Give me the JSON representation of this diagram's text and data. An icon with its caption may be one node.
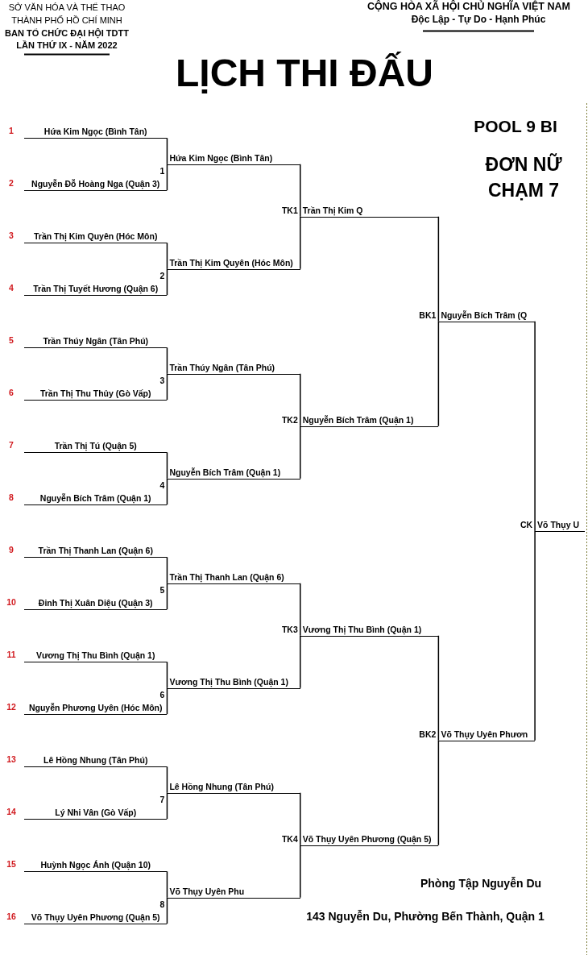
{
  "diagram": {
    "title": "LỊCH THI ĐẤU",
    "nodes": [
      {
        "text": [
          "Hứa Kim Ngọc (Bình Tân)"
        ],
        "beside": [
          "1"
        ]
      },
      {
        "text": [
          "Nguyễn Đỗ Hoàng Nga (Quận 3)"
        ],
        "beside": [
          "2"
        ]
      },
      {
        "text": [
          "Trần Thị Kim Quyên (Hóc Môn)"
        ],
        "beside": [
          "3"
        ]
      },
      {
        "text": [
          "Trần Thị Tuyết Hương (Quận 6)"
        ],
        "beside": [
          "4"
        ]
      },
      {
        "text": [
          "Trần Thúy Ngân (Tân Phú)"
        ],
        "beside": [
          "5"
        ]
      },
      {
        "text": [
          "Trần Thị Thu Thủy (Gò Vấp)"
        ],
        "beside": [
          "6"
        ]
      },
      {
        "text": [
          "Trần Thị Tú (Quận 5)"
        ],
        "beside": [
          "7"
        ]
      },
      {
        "text": [
          "Nguyễn Bích Trâm (Quận 1)"
        ],
        "beside": [
          "8"
        ]
      },
      {
        "text": [
          "Trần Thị Thanh Lan (Quận 6)"
        ],
        "beside": [
          "9"
        ]
      },
      {
        "text": [
          "Đinh Thị Xuân Diệu (Quận 3)"
        ],
        "beside": [
          "10"
        ]
      },
      {
        "text": [
          "Vương Thị Thu Bình (Quận 1)"
        ],
        "beside": [
          "11"
        ]
      },
      {
        "text": [
          "Nguyễn Phương Uyên (Hóc Môn)"
        ],
        "beside": [
          "12"
        ]
      },
      {
        "text": [
          "Lê Hồng Nhung (Tân Phú)"
        ],
        "beside": [
          "13"
        ]
      },
      {
        "text": [
          "Lý Nhi Vân (Gò Vấp)"
        ],
        "beside": [
          "14"
        ]
      },
      {
        "text": [
          "Huỳnh Ngọc Ánh (Quận 10)"
        ],
        "beside": [
          "15"
        ]
      },
      {
        "text": [
          "Võ Thụy Uyên Phương (Quận 5)"
        ],
        "beside": [
          "16"
        ]
      },
      {
        "text": [
          "Hứa Kim Ngọc (Bình Tân)"
        ],
        "beside": [
          "1"
        ]
      },
      {
        "text": [
          "Trần Thị Kim Quyên (Hóc Môn)"
        ],
        "beside": [
          "2"
        ]
      },
      {
        "text": [
          "Trần Thúy Ngân (Tân Phú)"
        ],
        "beside": [
          "3"
        ]
      },
      {
        "text": [
          "Nguyễn Bích Trâm (Quận 1)"
        ],
        "beside": [
          "4"
        ]
      },
      {
        "text": [
          "Trần Thị Thanh Lan (Quận 6)"
        ],
        "beside": [
          "5"
        ]
      },
      {
        "text": [
          "Vương Thị Thu Bình (Quận 1)"
        ],
        "beside": [
          "6"
        ]
      },
      {
        "text": [
          "Lê Hồng Nhung (Tân Phú)"
        ],
        "beside": [
          "7"
        ]
      },
      {
        "text": [
          "Võ Thụy Uyên Phu"
        ],
        "beside": [
          "8"
        ]
      },
      {
        "text": [
          "Trần Thị Kim Q"
        ],
        "beside": [
          "TK1"
        ]
      },
      {
        "text": [
          "Nguyễn Bích Trâm (Quận 1)"
        ],
        "beside": [
          "TK2"
        ]
      },
      {
        "text": [
          "Vương Thị Thu Bình (Quận 1)"
        ],
        "beside": [
          "TK3"
        ]
      },
      {
        "text": [
          "Võ Thụy Uyên Phương (Quận 5)"
        ],
        "beside": [
          "TK4"
        ]
      },
      {
        "text": [
          "Nguyễn Bích Trâm (Q"
        ],
        "beside": [
          "BK1"
        ]
      },
      {
        "text": [
          "Võ Thụy Uyên Phươn"
        ],
        "beside": [
          "BK2"
        ]
      },
      {
        "text": [
          "Võ Thụy U"
        ],
        "beside": [
          "CK"
        ]
      }
    ],
    "edges": [
      {
        "from": 0,
        "to": 16,
        "arrow": "none"
      },
      {
        "from": 1,
        "to": 16,
        "arrow": "none"
      },
      {
        "from": 2,
        "to": 17,
        "arrow": "none"
      },
      {
        "from": 3,
        "to": 17,
        "arrow": "none"
      },
      {
        "from": 4,
        "to": 18,
        "arrow": "none"
      },
      {
        "from": 5,
        "to": 18,
        "arrow": "none"
      },
      {
        "from": 6,
        "to": 19,
        "arrow": "none"
      },
      {
        "from": 7,
        "to": 19,
        "arrow": "none"
      },
      {
        "from": 8,
        "to": 20,
        "arrow": "none"
      },
      {
        "from": 9,
        "to": 20,
        "arrow": "none"
      },
      {
        "from": 10,
        "to": 21,
        "arrow": "none"
      },
      {
        "from": 11,
        "to": 21,
        "arrow": "none"
      },
      {
        "from": 12,
        "to": 22,
        "arrow": "none"
      },
      {
        "from": 13,
        "to": 22,
        "arrow": "none"
      },
      {
        "from": 14,
        "to": 23,
        "arrow": "none"
      },
      {
        "from": 15,
        "to": 23,
        "arrow": "none"
      },
      {
        "from": 16,
        "to": 24,
        "arrow": "none"
      },
      {
        "from": 17,
        "to": 24,
        "arrow": "none"
      },
      {
        "from": 18,
        "to": 25,
        "arrow": "none"
      },
      {
        "from": 19,
        "to": 25,
        "arrow": "none"
      },
      {
        "from": 20,
        "to": 26,
        "arrow": "none"
      },
      {
        "from": 21,
        "to": 26,
        "arrow": "none"
      },
      {
        "from": 22,
        "to": 27,
        "arrow": "none"
      },
      {
        "from": 23,
        "to": 27,
        "arrow": "none"
      },
      {
        "from": 24,
        "to": 28,
        "arrow": "none"
      },
      {
        "from": 25,
        "to": 28,
        "arrow": "none"
      },
      {
        "from": 26,
        "to": 29,
        "arrow": "none"
      },
      {
        "from": 27,
        "to": 29,
        "arrow": "none"
      },
      {
        "from": 28,
        "to": 30,
        "arrow": "none"
      },
      {
        "from": 29,
        "to": 30,
        "arrow": "none"
      }
    ],
    "labels": [
      "SỞ VĂN HÓA VÀ THỂ THAO",
      "THÀNH PHỐ HỒ CHÍ MINH",
      "BAN TỔ CHỨC ĐẠI HỘI TDTT",
      "LẦN THỨ IX - NĂM 2022",
      "CỘNG HÒA XÃ HỘI CHỦ NGHĨA VIỆT NAM",
      "Độc Lập - Tự Do - Hạnh Phúc",
      "POOL 9 BI",
      "ĐƠN NỮ",
      "CHẠM 7",
      "Phòng Tập Nguyễn Du",
      "143 Nguyễn Du, Phường Bến Thành, Quận 1"
    ]
  }
}
